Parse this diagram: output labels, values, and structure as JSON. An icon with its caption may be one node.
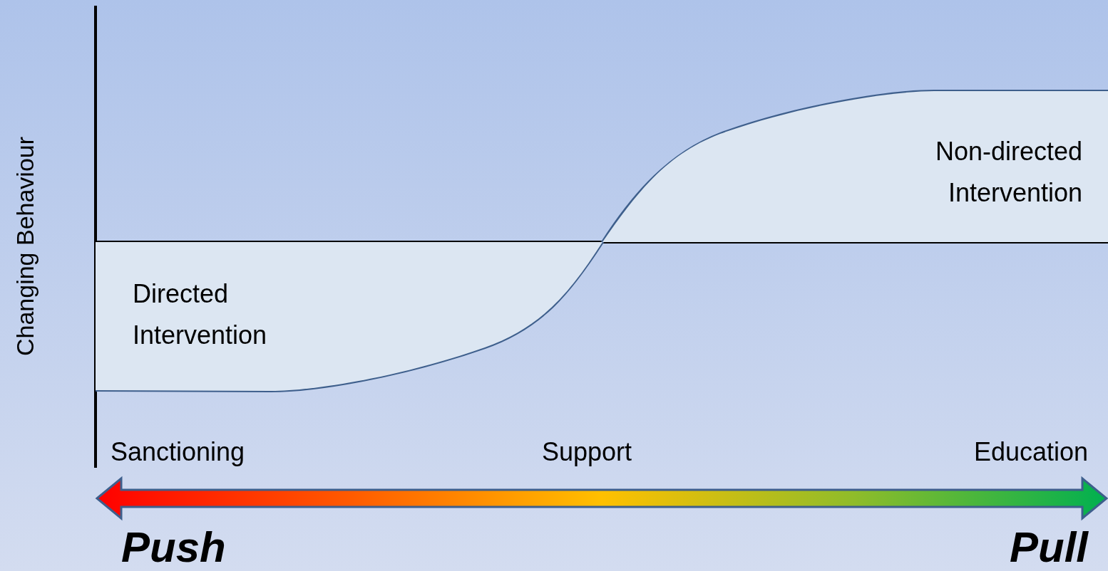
{
  "diagram": {
    "nodes": [
      {
        "text": [
          "Directed Intervention"
        ]
      },
      {
        "text": [
          "Non-directed Intervention"
        ]
      }
    ],
    "labels": [
      "Changing Behaviour",
      "Sanctioning",
      "Support",
      "Education",
      "Push",
      "Pull"
    ]
  }
}
